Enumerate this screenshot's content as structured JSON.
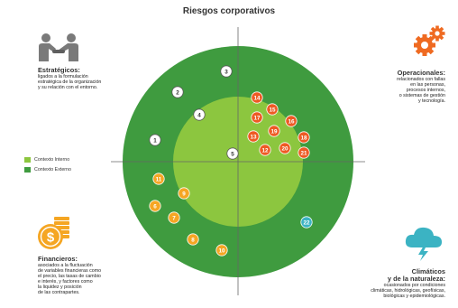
{
  "title": "Riesgos corporativos",
  "colors": {
    "outer_ring": "#3f9b3f",
    "inner_circle": "#8cc63f",
    "strategic": "#ffffff",
    "operational": "#ee5a24",
    "financial": "#f5a623",
    "climatic": "#3bb3c3",
    "icon_grey": "#7a7a7a",
    "icon_orange": "#ef6a21",
    "icon_gold": "#f5a623",
    "icon_teal": "#3bb3c3"
  },
  "legend": {
    "internal": "Contexto Interno",
    "external": "Contexto Externo"
  },
  "strategic": {
    "icon": "handshake-icon",
    "heading": "Estratégicos:",
    "lines": [
      "ligados a la formulación",
      "estratégica de la organización",
      "y su relación con el entorno."
    ]
  },
  "operational": {
    "icon": "gears-icon",
    "heading": "Operacionales:",
    "lines": [
      "relacionados con fallas",
      "en las personas,",
      "procesos internos,",
      "o sistemas de gestión",
      "y tecnología."
    ]
  },
  "financial": {
    "icon": "coins-icon",
    "heading": "Financieros:",
    "lines": [
      "asociados a la fluctuación",
      "de variables financieras como",
      "el precio, las tasas de cambio",
      "e interés, y factores como",
      "la liquidez y posición",
      "de las contrapartes."
    ]
  },
  "climatic": {
    "icon": "storm-cloud-icon",
    "heading_lines": [
      "Climáticos",
      "y de la naturaleza:"
    ],
    "lines": [
      "ocasionados por condiciones",
      "climáticas, hidrológicas, geofísicas,",
      "biológicas y epidemiológicas."
    ]
  },
  "risks": [
    {
      "label": "1",
      "category": "strategic"
    },
    {
      "label": "2",
      "category": "strategic"
    },
    {
      "label": "3",
      "category": "strategic"
    },
    {
      "label": "4",
      "category": "strategic"
    },
    {
      "label": "5",
      "category": "strategic"
    },
    {
      "label": "6",
      "category": "financial"
    },
    {
      "label": "7",
      "category": "financial"
    },
    {
      "label": "8",
      "category": "financial"
    },
    {
      "label": "9",
      "category": "financial"
    },
    {
      "label": "10",
      "category": "financial"
    },
    {
      "label": "11",
      "category": "financial"
    },
    {
      "label": "12",
      "category": "operational"
    },
    {
      "label": "13",
      "category": "operational"
    },
    {
      "label": "14",
      "category": "operational"
    },
    {
      "label": "15",
      "category": "operational"
    },
    {
      "label": "16",
      "category": "operational"
    },
    {
      "label": "17",
      "category": "operational"
    },
    {
      "label": "18",
      "category": "operational"
    },
    {
      "label": "19",
      "category": "operational"
    },
    {
      "label": "20",
      "category": "operational"
    },
    {
      "label": "21",
      "category": "operational"
    },
    {
      "label": "22",
      "category": "climatic"
    }
  ]
}
